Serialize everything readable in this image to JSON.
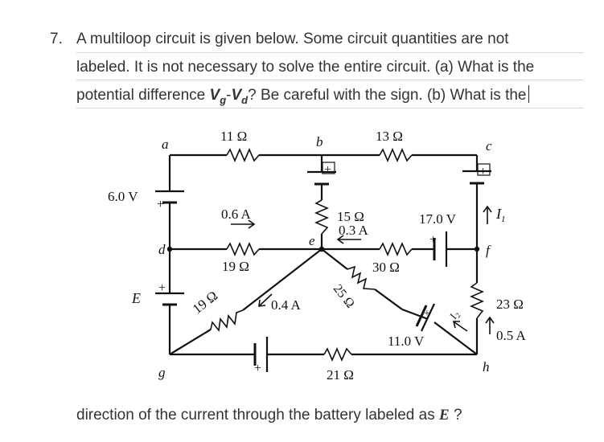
{
  "question": {
    "number": "7.",
    "line1": "A multiloop circuit is given below. Some circuit quantities are not",
    "line2": "labeled. It is not necessary to solve the entire circuit. (a) What is the",
    "line3_pre": "potential difference ",
    "line3_vg": "V",
    "line3_vg_sub": "g",
    "line3_dash": "-",
    "line3_vd": "V",
    "line3_vd_sub": "d",
    "line3_post": "? Be careful with the sign. (b) What is the",
    "tail_pre": "direction of the current through the battery labeled as ",
    "tail_E": "E",
    "tail_post": " ?"
  },
  "circuit": {
    "nodes": {
      "a": "a",
      "b": "b",
      "c": "c",
      "d": "d",
      "e": "e",
      "f": "f",
      "g": "g",
      "h": "h"
    },
    "resistors": {
      "r11": "11 Ω",
      "r13": "13 Ω",
      "r19h": "19 Ω",
      "r15": "15 Ω",
      "r30": "30 Ω",
      "r19d": "19 Ω",
      "r25": "25 Ω",
      "r23": "23 Ω",
      "r21": "21 Ω"
    },
    "batteries": {
      "v6": "6.0 V",
      "vE": "E",
      "v17": "17.0 V",
      "v11": "11.0 V"
    },
    "currents": {
      "i06": "0.6 A",
      "i03": "0.3 A",
      "i04": "0.4 A",
      "i05": "0.5 A",
      "I1": "I",
      "I1_sub": "1",
      "I2": "I",
      "I2_sub": "2"
    },
    "plus": "+"
  }
}
